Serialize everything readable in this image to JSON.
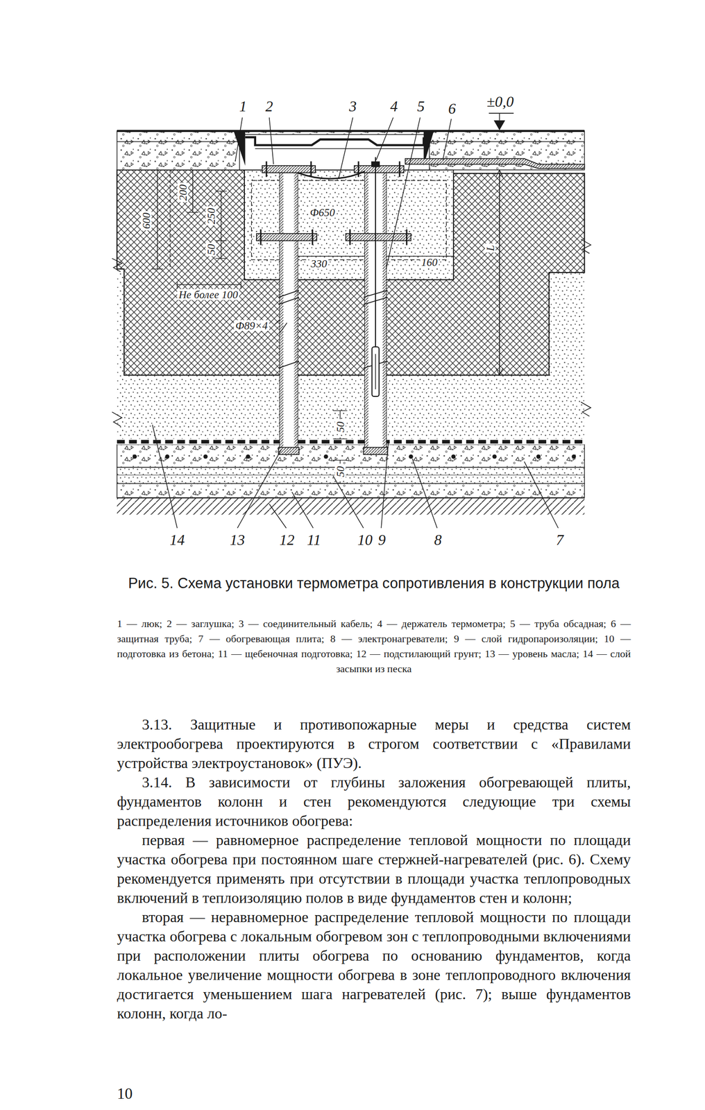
{
  "diagram": {
    "caption": "Рис. 5. Схема установки термометра сопротивления в конструкции пола",
    "labels": [
      "1",
      "2",
      "3",
      "4",
      "5",
      "6",
      "±0,0",
      "200",
      "600",
      "250",
      "50",
      "Ф650",
      "330",
      "160",
      "Не более 100",
      "Ф89×4",
      "L",
      "50",
      "50",
      "14",
      "13",
      "12",
      "11",
      "10",
      "9",
      "8",
      "7",
      "1 — люк; 2 — заглушка; 3 — соединительный кабель; 4 — держатель термометра; 5 — труба обсадная; 6 — защитная труба; 7 — обогревающая плита; 8 — электронагреватели; 9 — слой гидропароизоляции; 10 — подготовка из бетона; 11 — щебеночная подготовка; 12 — подстилающий грунт; 13 — уровень масла; 14 — слой засыпки из песка",
      "3.13. Защитные и противопожарные меры и средства систем электрообогрева проектируются в строгом соответствии с «Правилами устройства электроустановок» (ПУЭ).",
      "3.14. В зависимости от глубины заложения обогревающей плиты, фундаментов колонн и стен рекомендуются следующие три схемы распределения источников обогрева:",
      "первая — равномерное распределение тепловой мощности по площади участка обогрева при постоянном шаге стержней-нагревателей (рис. 6). Схему рекомендуется применять при отсутствии в площади участка теплопроводных включений в теплоизоляцию полов в виде фундаментов стен и колонн;",
      "вторая — неравномерное распределение тепловой мощности по площади участка обогрева с локальным обогревом зон с теплопроводными включениями при расположении плиты обогрева по основанию фундаментов, когда локальное увеличение мощности обогрева в зоне теплопроводного включения достигается уменьшением шага нагревателей (рис. 7); выше фундаментов колонн, когда ло-",
      "10"
    ]
  }
}
